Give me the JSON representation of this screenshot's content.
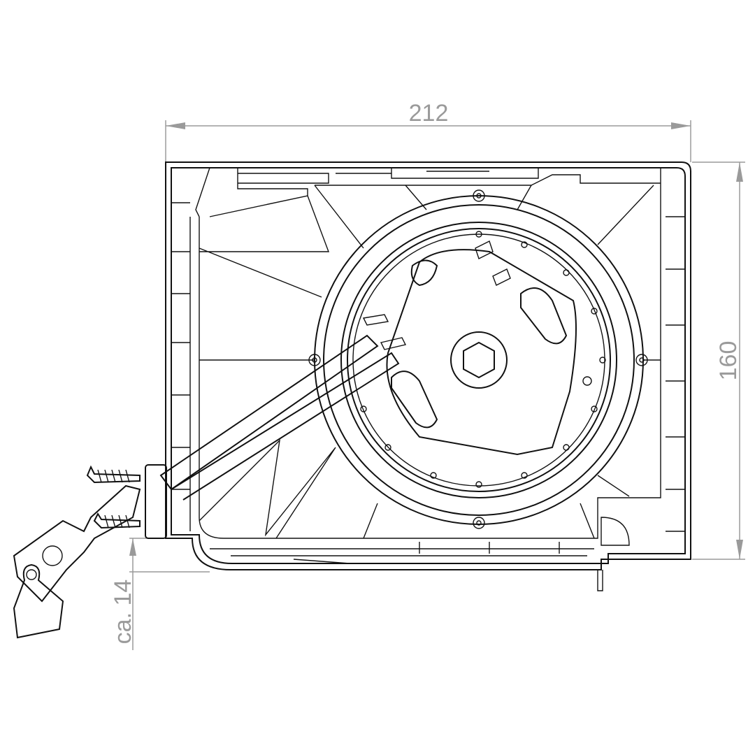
{
  "drawing": {
    "dimensions": {
      "width_label": "212",
      "height_label": "160",
      "offset_label": "ca. 14"
    },
    "colors": {
      "line": "#111111",
      "dimension": "#9a9a9a",
      "background": "#ffffff"
    }
  }
}
